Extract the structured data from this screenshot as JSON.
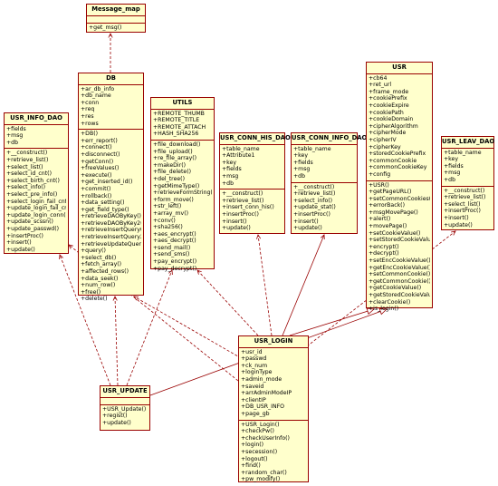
{
  "classes": {
    "message_map": {
      "name": "Message_map",
      "attributes": [],
      "methods": [
        "+get_msg()"
      ]
    },
    "db": {
      "name": "DB",
      "attributes": [
        "+ar_db_info",
        "+db_name",
        "+conn",
        "+req",
        "+res",
        "+rows"
      ],
      "methods": [
        "+DB()",
        "+err_report()",
        "+connect()",
        "+disconnect()",
        "+getConn()",
        "+freeValues()",
        "+execute()",
        "+get_inserted_id()",
        "+commit()",
        "+rollback()",
        "+data_setting()",
        "+get_field_type()",
        "+retrieveDAOByKey()",
        "+retrieveDAOByKey2()",
        "+retrieveInsertQuery()",
        "+retrieveInsertQuery2()",
        "+retrieveUpdateQuery()",
        "+query()",
        "+select_db()",
        "+fetch_array()",
        "+affected_rows()",
        "+data_seek()",
        "+num_row()",
        "+free()",
        "+delete()"
      ]
    },
    "utils": {
      "name": "UTILS",
      "attributes": [
        "+REMOTE_THUMB",
        "+REMOTE_TITLE",
        "+REMOTE_ATTACH",
        "+HASH_SHA256"
      ],
      "methods": [
        "+file_download()",
        "+file_upload()",
        "+re_file_array()",
        "+makeDir()",
        "+file_delete()",
        "+del_tree()",
        "+getMimeType()",
        "+retrieveFormString()",
        "+form_move()",
        "+str_left()",
        "+array_mv()",
        "+conv()",
        "+sha256()",
        "+aes_encrypt()",
        "+aes_decrypt()",
        "+send_mail()",
        "+send_sms()",
        "+pay_encrypt()",
        "+pay_decrypt()"
      ]
    },
    "usr_info_dao": {
      "name": "USR_INFO_DAO",
      "attributes": [
        "+fields",
        "+msg",
        "+db"
      ],
      "methods": [
        "+__construct()",
        "+retrieve_list()",
        "+select_list()",
        "+select_id_cnt()",
        "+select_birth_cnt()",
        "+select_info()",
        "+select_pre_info()",
        "+select_login_fail_cnt()",
        "+update_login_fail_cnt()",
        "+update_login_conn()",
        "+update_scssn()",
        "+update_passwd()",
        "+insertProc()",
        "+insert()",
        "+update()"
      ]
    },
    "usr_conn_his_dao": {
      "name": "USR_CONN_HIS_DAO",
      "attributes": [
        "+table_name",
        "+Attribute1",
        "+key",
        "+fields",
        "+msg",
        "+db"
      ],
      "methods": [
        "+__construct()",
        "+retrieve_list()",
        "+insert_conn_his()",
        "+insertProc()",
        "+insert()",
        "+update()"
      ]
    },
    "usr_conn_info_dao": {
      "name": "USR_CONN_INFO_DAO",
      "attributes": [
        "+table_name",
        "+key",
        "+fields",
        "+msg",
        "+db"
      ],
      "methods": [
        "+__construct()",
        "+retrieve_list()",
        "+select_info()",
        "+update_stat()",
        "+insertProc()",
        "+insert()",
        "+update()"
      ]
    },
    "usr": {
      "name": "USR",
      "attributes": [
        "+cb64",
        "+ret_url",
        "+frame_mode",
        "+cookiePrefix",
        "+cookieExpire",
        "+cookiePath",
        "+cookieDomain",
        "+cipherAlgorithm",
        "+cipherMode",
        "+cipherIV",
        "+cipherKey",
        "+storedCookiePrefix",
        "+commonCookie",
        "+commonCookieKey",
        "+config"
      ],
      "methods": [
        "+USR()",
        "+getPageURL()",
        "+setCommonCookies()",
        "+errorBack()",
        "+msgMovePage()",
        "+alert()",
        "+movePage()",
        "+setCookieValue()",
        "+setStoredCookieValue()",
        "+encrypt()",
        "+decrypt()",
        "+setEncCookieValue()",
        "+getEncCookieValue()",
        "+setCommonCookie()",
        "+getCommonCookie()",
        "+getCookieValue()",
        "+getStoredCookieValue()",
        "+clearCookie()",
        "+is_login()"
      ]
    },
    "usr_leav_dao": {
      "name": "USR_LEAV_DAO",
      "attributes": [
        "+table_name",
        "+key",
        "+fields",
        "+msg",
        "+db"
      ],
      "methods": [
        "+__construct()",
        "+retrieve_list()",
        "+select_list()",
        "+insertProc()",
        "+insert()",
        "+update()"
      ]
    },
    "usr_update": {
      "name": "USR_UPDATE",
      "attributes": [],
      "methods": [
        "+USR_Update()",
        "+regist()",
        "+update()"
      ]
    },
    "usr_login": {
      "name": "USR_LOGIN",
      "attributes": [
        "+usr_id",
        "+passwd",
        "+ck_num",
        "+loginType",
        "+admin_mode",
        "+saveid",
        "+arrAdminModeIP",
        "+clientIP",
        "+DB_USR_INFO",
        "+page_gb"
      ],
      "methods": [
        "+USR_Login()",
        "+checkPw()",
        "+checkUserInfo()",
        "+login()",
        "+secession()",
        "+logout()",
        "+find()",
        "+random_char()",
        "+pw_modify()"
      ]
    }
  },
  "colors": {
    "fill": "#ffffcc",
    "border": "#990000",
    "line": "#990000"
  }
}
